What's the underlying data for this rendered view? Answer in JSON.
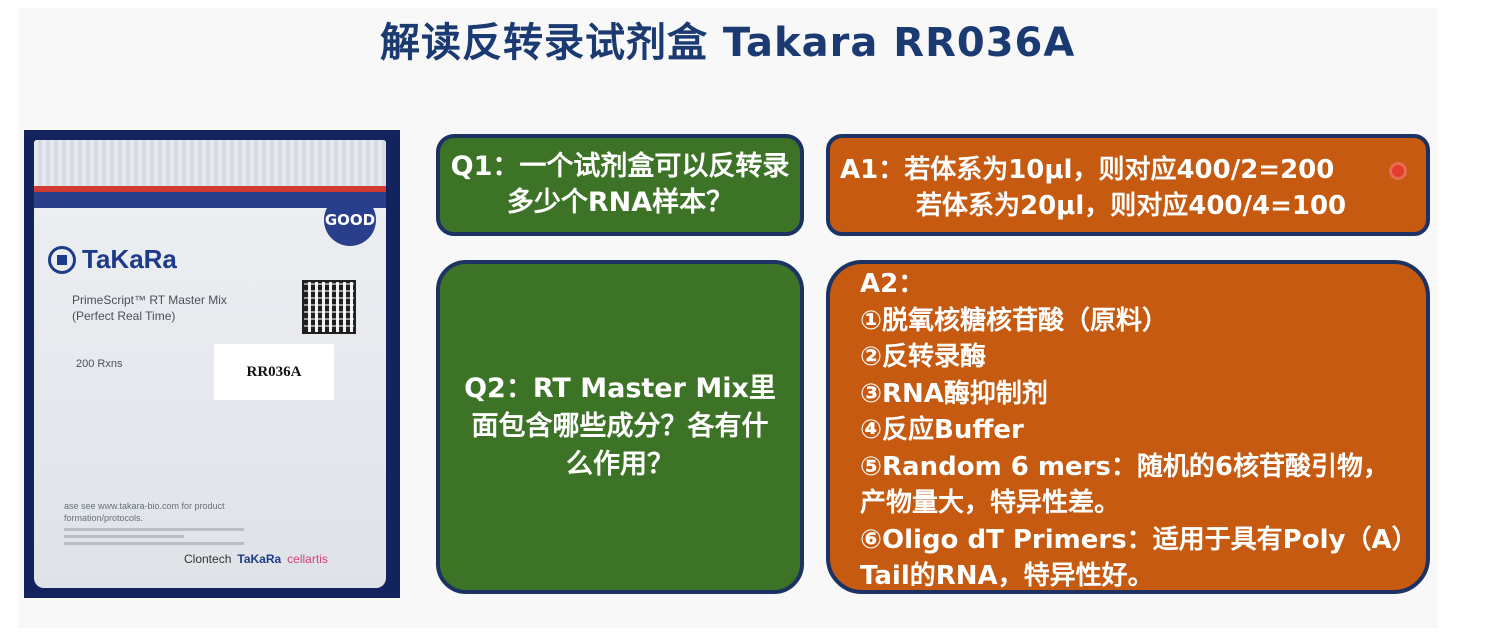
{
  "slide": {
    "title": "解读反转录试剂盒 Takara RR036A"
  },
  "kit_photo": {
    "badge_text": "GOOD",
    "brand": "TaKaRa",
    "product_line1": "PrimeScript™ RT Master Mix",
    "product_line2": "(Perfect Real Time)",
    "rxns": "200 Rxns",
    "label": "RR036A",
    "fine_print": "ase see www.takara-bio.com for product\nformation/protocols.",
    "brand_clontech": "Clontech",
    "brand_takara": "TaKaRa",
    "brand_cellartis": "cellartis"
  },
  "q1": {
    "text": "Q1：一个试剂盒可以反转录多少个RNA样本？"
  },
  "a1": {
    "line1": "A1：若体系为10μl，则对应400/2=200",
    "line2": "若体系为20μl，则对应400/4=100"
  },
  "q2": {
    "text": "Q2：RT Master Mix里面包含哪些成分？各有什么作用？"
  },
  "a2": {
    "heading": "A2：",
    "items": [
      "①脱氧核糖核苷酸（原料）",
      "②反转录酶",
      "③RNA酶抑制剂",
      "④反应Buffer",
      "⑤Random 6 mers：随机的6核苷酸引物，产物量大，特异性差。",
      "⑥Oligo dT Primers：适用于具有Poly（A）Tail的RNA，特异性好。"
    ]
  },
  "colors": {
    "title": "#1b3a72",
    "question_box": "#3d7326",
    "answer_box": "#c65a10",
    "box_border": "#1c3263",
    "pointer": "#e53b2c"
  }
}
